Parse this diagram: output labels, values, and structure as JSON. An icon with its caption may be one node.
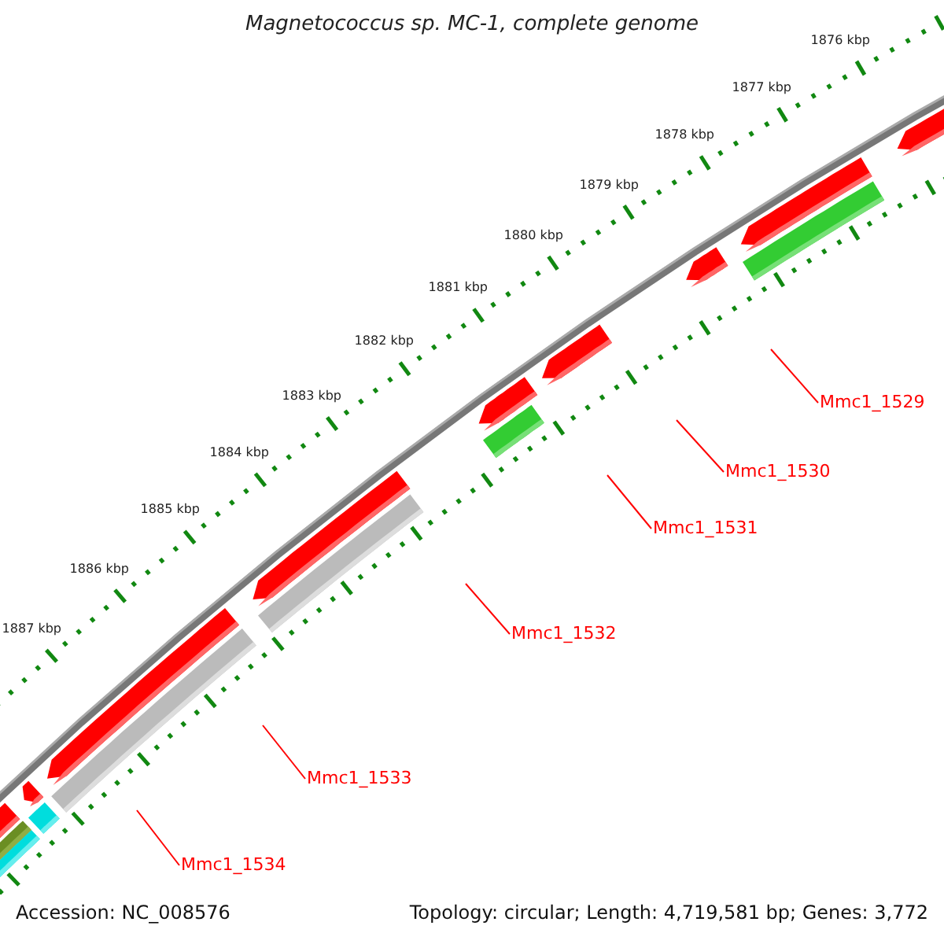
{
  "diagram": {
    "title": "Magnetococcus sp. MC-1, complete genome",
    "nodes": [
      {
        "text": [
          "Mmc1_1529"
        ]
      },
      {
        "text": [
          "Mmc1_1530"
        ]
      },
      {
        "text": [
          "Mmc1_1531"
        ]
      },
      {
        "text": [
          "Mmc1_1532"
        ]
      },
      {
        "text": [
          "Mmc1_1533"
        ]
      },
      {
        "text": [
          "Mmc1_1534"
        ]
      }
    ],
    "edges": [
      {
        "from": 0,
        "to": null,
        "arrow": "none"
      },
      {
        "from": 1,
        "to": null,
        "arrow": "none"
      },
      {
        "from": 2,
        "to": null,
        "arrow": "none"
      },
      {
        "from": 3,
        "to": null,
        "arrow": "none"
      },
      {
        "from": 4,
        "to": null,
        "arrow": "none"
      },
      {
        "from": 5,
        "to": null,
        "arrow": "none"
      }
    ],
    "labels": [
      "1876 kbp",
      "1877 kbp",
      "1878 kbp",
      "1879 kbp",
      "1880 kbp",
      "1881 kbp",
      "1882 kbp",
      "1883 kbp",
      "1884 kbp",
      "1885 kbp",
      "1886 kbp",
      "1887 kbp",
      "Accession: NC_008576",
      "Topology: circular; Length: 4,719,581 bp; Genes: 3,772"
    ]
  }
}
